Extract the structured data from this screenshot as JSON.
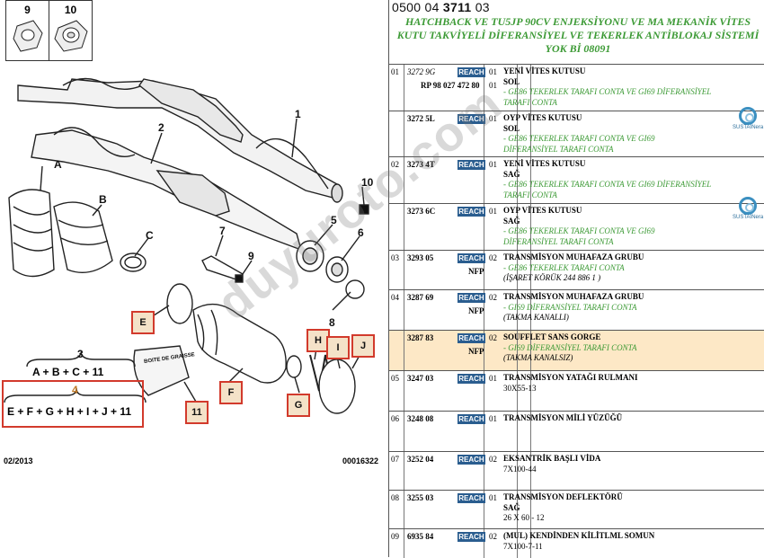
{
  "diagram": {
    "thumbs": [
      "9",
      "10"
    ],
    "part_numbers": [
      "1",
      "2",
      "3",
      "4",
      "5",
      "6",
      "7",
      "8",
      "9",
      "10"
    ],
    "letters": [
      "A",
      "B",
      "C"
    ],
    "boxed_letters": [
      "E",
      "F",
      "G",
      "H",
      "I",
      "J",
      "11"
    ],
    "grease_label": "BOITE DE GRAISSE",
    "formula1": "A + B + C + 11",
    "formula2": "E + F + G + H + I + J + 11",
    "date": "02/2013",
    "code": "00016322"
  },
  "header": {
    "ref_prefix": "0500 04",
    "ref_bold": "3711",
    "ref_suffix": "03",
    "title": "HATCHBACK VE TU5JP 90CV ENJEKSİYONU VE MA MEKANİK VİTES KUTU TAKVİYELİ DİFERANSİYEL VE TEKERLEK ANTİBLOKAJ SİSTEMİ YOK Bİ 08091"
  },
  "watermark": "duyuroto.com",
  "sustain_label": "SUSTAINera",
  "reach_label": "REACH",
  "rows": [
    {
      "group": "01",
      "ref": "3272 9G",
      "ref_italic": true,
      "ref2": "RP 98 027 472 80",
      "qty": "01",
      "qty2": "01",
      "title": "YENİ VİTES KUTUSU",
      "pos": "SOL",
      "green": [
        "- GE86 TEKERLEK TARAFI CONTA VE GI69 DİFERANSİYEL",
        "TARAFI CONTA"
      ]
    },
    {
      "group": "",
      "ref": "3272 5L",
      "qty": "01",
      "title": "OYP VİTES KUTUSU",
      "pos": "SOL",
      "green": [
        "- GE86 TEKERLEK TARAFI CONTA VE GI69",
        "DİFERANSİYEL TARAFI CONTA"
      ]
    },
    {
      "group": "02",
      "ref": "3273 4T",
      "qty": "01",
      "title": "YENİ VİTES KUTUSU",
      "pos": "SAĞ",
      "green": [
        "- GE86 TEKERLEK TARAFI CONTA VE GI69 DİFERANSİYEL",
        "TARAFI CONTA"
      ]
    },
    {
      "group": "",
      "ref": "3273 6C",
      "qty": "01",
      "title": "OYP VİTES KUTUSU",
      "pos": "SAĞ",
      "green": [
        "- GE86 TEKERLEK TARAFI CONTA VE GI69",
        "DİFERANSİYEL TARAFI CONTA"
      ]
    },
    {
      "group": "03",
      "ref": "3293 05",
      "ref2": "NFP",
      "qty": "02",
      "title": "TRANSMİSYON MUHAFAZA GRUBU",
      "green": [
        "- GE86 TEKERLEK TARAFI CONTA"
      ],
      "note": "(İŞARET KÖRÜK 244 886 1 )"
    },
    {
      "group": "04",
      "ref": "3287 69",
      "ref2": "NFP",
      "qty": "02",
      "title": "TRANSMİSYON MUHAFAZA GRUBU",
      "green": [
        "- GI69 DİFERANSİYEL TARAFI CONTA"
      ],
      "note": "(TAKMA KANALLI)"
    },
    {
      "group": "",
      "ref": "3287 83",
      "ref2": "NFP",
      "qty": "02",
      "highlight": true,
      "title": "SOUFFLET SANS GORGE",
      "green": [
        "- GI69 DİFERANSİYEL TARAFI CONTA"
      ],
      "note": "(TAKMA KANALSIZ)"
    },
    {
      "group": "05",
      "ref": "3247 03",
      "qty": "01",
      "title": "TRANSMİSYON YATAĞI RULMANI",
      "plain": "30X55-13"
    },
    {
      "group": "06",
      "ref": "3248 08",
      "qty": "01",
      "title": "TRANSMİSYON MİLİ YÜZÜĞÜ"
    },
    {
      "group": "07",
      "ref": "3252 04",
      "qty": "02",
      "title": "EKSANTRİK BAŞLI VİDA",
      "plain": "7X100-44"
    },
    {
      "group": "08",
      "ref": "3255 03",
      "qty": "01",
      "title": "TRANSMİSYON DEFLEKTÖRÜ",
      "pos": "SAĞ",
      "plain": "26 X 60 - 12"
    },
    {
      "group": "09",
      "ref": "6935 84",
      "qty": "02",
      "title": "(MUL) KENDİNDEN KİLİTLML SOMUN",
      "plain": "7X100-7-11"
    }
  ]
}
